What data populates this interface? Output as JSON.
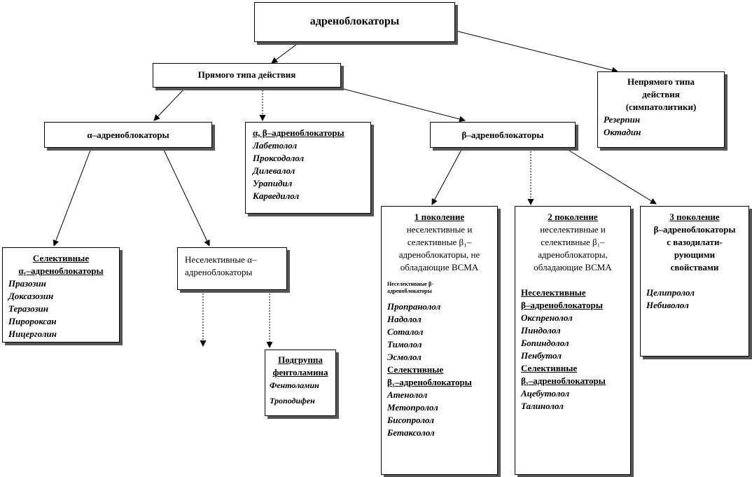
{
  "root": {
    "title": "адреноблокаторы"
  },
  "direct": {
    "title": "Прямого типа действия"
  },
  "indirect": {
    "title_lines": [
      "Непрямого типа",
      "действия",
      "(симпатолитики)"
    ],
    "drugs": [
      "Резерпин",
      "Октадин"
    ]
  },
  "alpha": {
    "title": "α–адреноблокаторы"
  },
  "alphabeta": {
    "title": "α, β–адреноблокаторы",
    "drugs": [
      "Лабетолол",
      "Проксодолол",
      "Дилевалол",
      "Урапидил",
      "Карведилол"
    ]
  },
  "beta": {
    "title": "β–адреноблокаторы"
  },
  "selective_alpha": {
    "title_lines": [
      "Селективные",
      "α₁–адреноблокаторы"
    ],
    "drugs": [
      "Празозин",
      "Доксазозин",
      "Теразозин",
      "Пиророксан",
      "Ницерголин"
    ]
  },
  "nonselective_alpha": {
    "title_lines": [
      "Неселективные α–",
      "адреноблокаторы"
    ]
  },
  "phentolamine": {
    "title_lines": [
      "Подгруппа",
      "фентоламина"
    ],
    "drugs": [
      "Фентоламин",
      "Троподифен"
    ]
  },
  "gen1": {
    "title_lines": [
      "1 поколение",
      "неселективные и",
      "селективные β₁–",
      "адреноблокаторы, не",
      "обладающие ВСМА"
    ],
    "small_lines": [
      "Неселективные β-",
      "адреноблокаторы"
    ],
    "drugs_nonsel": [
      "Пропранолол",
      "Надолол",
      "Соталол",
      "Тимолол",
      "Эсмолол"
    ],
    "sel_title_lines": [
      "Селективные",
      "β₁–адреноблокаторы"
    ],
    "drugs_sel": [
      "Атенолол",
      "Метопролол",
      "Бисопролол",
      "Бетаксолол"
    ]
  },
  "gen2": {
    "title_lines": [
      "2 поколение",
      "неселективные и",
      "селективные β₁–",
      "адреноблокаторы,",
      "обладающие ВСМА"
    ],
    "nonsel_title_lines": [
      "Неселективные",
      "β–адреноблокаторы"
    ],
    "drugs_nonsel": [
      "Окспренолол",
      "Пиндолол",
      "Бопиндолол",
      "Пенбутол"
    ],
    "sel_title_lines": [
      "Селективные",
      "β₁–адреноблокаторы"
    ],
    "drugs_sel": [
      "Ацебутолол",
      "Талинолол"
    ]
  },
  "gen3": {
    "title_lines": [
      "3 поколение",
      "β–адреноблокаторы",
      "с вазодилати-",
      "рующими",
      "свойствами"
    ],
    "drugs": [
      "Целипролол",
      "Небиволол"
    ]
  }
}
